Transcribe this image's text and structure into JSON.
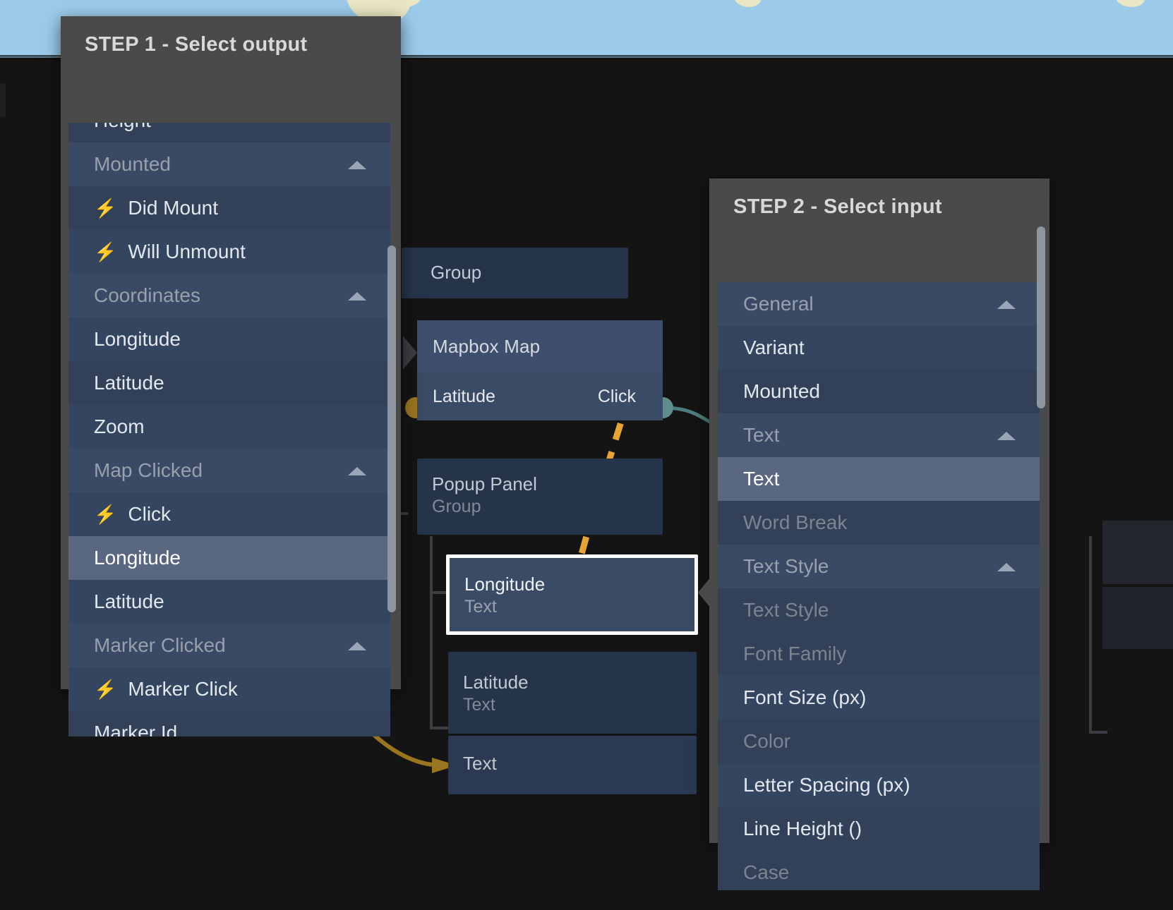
{
  "app": {
    "background_color": "#141414",
    "accent_orange": "#e8a433",
    "accent_teal": "#5f8e8c",
    "selection_white": "#ffffff"
  },
  "map_strip": {
    "water_color": "#9ccbea",
    "land_color": "#e9e6c3"
  },
  "step1": {
    "title": "STEP 1 - Select output",
    "rows": [
      {
        "label": "Height",
        "type": "item",
        "state": "clipped"
      },
      {
        "label": "Mounted",
        "type": "group",
        "state": "expanded"
      },
      {
        "label": "Did Mount",
        "type": "event",
        "state": "normal"
      },
      {
        "label": "Will Unmount",
        "type": "event",
        "state": "normal"
      },
      {
        "label": "Coordinates",
        "type": "group",
        "state": "expanded"
      },
      {
        "label": "Longitude",
        "type": "item",
        "state": "normal"
      },
      {
        "label": "Latitude",
        "type": "item",
        "state": "normal"
      },
      {
        "label": "Zoom",
        "type": "item",
        "state": "normal"
      },
      {
        "label": "Map Clicked",
        "type": "group",
        "state": "expanded"
      },
      {
        "label": "Click",
        "type": "event",
        "state": "normal"
      },
      {
        "label": "Longitude",
        "type": "item",
        "state": "selected"
      },
      {
        "label": "Latitude",
        "type": "item",
        "state": "normal"
      },
      {
        "label": "Marker Clicked",
        "type": "group",
        "state": "expanded"
      },
      {
        "label": "Marker Click",
        "type": "event",
        "state": "normal"
      },
      {
        "label": "Marker Id",
        "type": "item",
        "state": "clipped"
      }
    ]
  },
  "step2": {
    "title": "STEP 2 - Select input",
    "rows": [
      {
        "label": "General",
        "type": "group",
        "state": "expanded"
      },
      {
        "label": "Variant",
        "type": "item",
        "state": "normal"
      },
      {
        "label": "Mounted",
        "type": "item",
        "state": "normal"
      },
      {
        "label": "Text",
        "type": "group",
        "state": "expanded"
      },
      {
        "label": "Text",
        "type": "item",
        "state": "selected"
      },
      {
        "label": "Word Break",
        "type": "item",
        "state": "disabled"
      },
      {
        "label": "Text Style",
        "type": "group",
        "state": "expanded"
      },
      {
        "label": "Text Style",
        "type": "item",
        "state": "disabled"
      },
      {
        "label": "Font Family",
        "type": "item",
        "state": "disabled"
      },
      {
        "label": "Font Size (px)",
        "type": "item",
        "state": "normal"
      },
      {
        "label": "Color",
        "type": "item",
        "state": "disabled"
      },
      {
        "label": "Letter Spacing (px)",
        "type": "item",
        "state": "normal"
      },
      {
        "label": "Line Height ()",
        "type": "item",
        "state": "normal"
      },
      {
        "label": "Case",
        "type": "item",
        "state": "disabled"
      }
    ]
  },
  "canvas": {
    "nodes": {
      "group_partial": {
        "label": "Group"
      },
      "mapbox": {
        "title": "Mapbox Map",
        "input_port": "Latitude",
        "output_port": "Click"
      },
      "popup_panel": {
        "title": "Popup Panel",
        "subtitle": "Group"
      },
      "longitude": {
        "title": "Longitude",
        "subtitle": "Text",
        "selected": true
      },
      "latitude": {
        "title": "Latitude",
        "subtitle": "Text"
      },
      "text": {
        "title": "Text"
      }
    }
  }
}
